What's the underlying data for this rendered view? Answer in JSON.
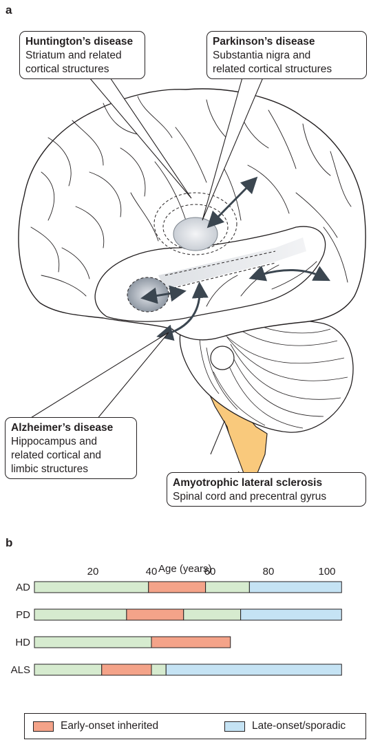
{
  "panel_a": {
    "label": "a",
    "callouts": [
      {
        "title": "Huntington’s disease",
        "lines": [
          "Striatum and related",
          "cortical structures"
        ]
      },
      {
        "title": "Parkinson’s disease",
        "lines": [
          "Substantia nigra and",
          "related cortical structures"
        ]
      },
      {
        "title": "Alzheimer’s disease",
        "lines": [
          "Hippocampus and",
          "related cortical and",
          "limbic structures"
        ]
      },
      {
        "title": "Amyotrophic lateral sclerosis",
        "lines": [
          "Spinal cord and precentral gyrus"
        ]
      }
    ],
    "colors": {
      "brain_fill": "#ffffff",
      "outline": "#231f20",
      "spinal_cord": "#f9c97c",
      "highlight": "#d9dde2",
      "arrow": "#3b4650"
    }
  },
  "panel_b": {
    "label": "b",
    "chart_data": {
      "type": "bar",
      "title": "",
      "xlabel": "Age (years)",
      "ylabel": "",
      "xlim": [
        0,
        105
      ],
      "xticks": [
        20,
        40,
        60,
        80,
        100
      ],
      "categories": [
        "AD",
        "PD",
        "HD",
        "ALS"
      ],
      "segments": [
        [
          {
            "kind": "normal",
            "start": 0,
            "end": 39
          },
          {
            "kind": "early",
            "start": 39,
            "end": 58.5
          },
          {
            "kind": "normal",
            "start": 58.5,
            "end": 73.5
          },
          {
            "kind": "late",
            "start": 73.5,
            "end": 105
          }
        ],
        [
          {
            "kind": "normal",
            "start": 0,
            "end": 31.5
          },
          {
            "kind": "early",
            "start": 31.5,
            "end": 51
          },
          {
            "kind": "normal",
            "start": 51,
            "end": 70.5
          },
          {
            "kind": "late",
            "start": 70.5,
            "end": 105
          }
        ],
        [
          {
            "kind": "normal",
            "start": 0,
            "end": 40
          },
          {
            "kind": "early",
            "start": 40,
            "end": 67
          }
        ],
        [
          {
            "kind": "normal",
            "start": 0,
            "end": 23
          },
          {
            "kind": "early",
            "start": 23,
            "end": 40
          },
          {
            "kind": "normal",
            "start": 40,
            "end": 45
          },
          {
            "kind": "late",
            "start": 45,
            "end": 105
          }
        ]
      ],
      "colors": {
        "normal": "#d6ebcf",
        "early": "#f4a389",
        "late": "#c5e3f4"
      },
      "legend": [
        {
          "label": "Early-onset inherited",
          "kind": "early"
        },
        {
          "label": "Late-onset/sporadic",
          "kind": "late"
        }
      ],
      "legend_position": "bottom"
    }
  }
}
